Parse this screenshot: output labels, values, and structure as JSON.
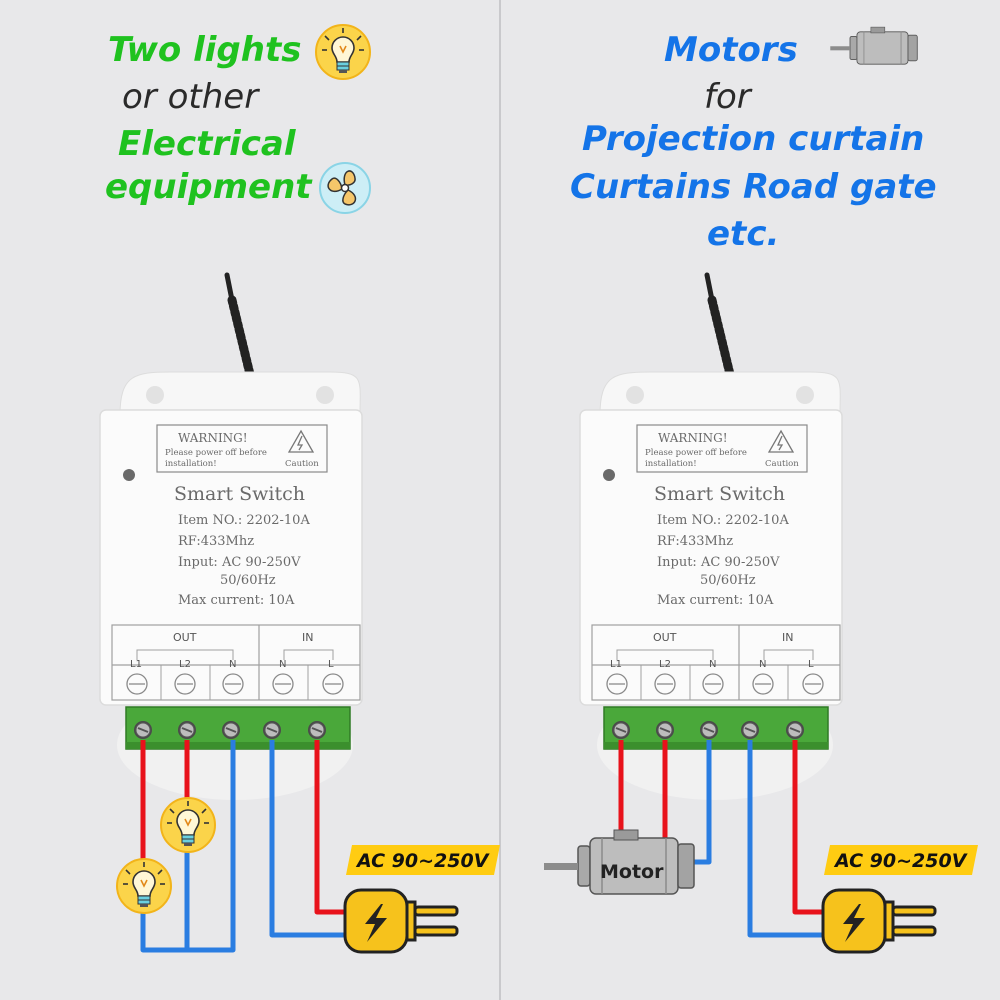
{
  "left": {
    "title_line1": "Two lights",
    "title_line2": "or other",
    "title_line3": "Electrical",
    "title_line4": "equipment",
    "ac_label": "AC 90~250V"
  },
  "right": {
    "title_line1": "Motors",
    "title_line2": "for",
    "title_line3": "Projection curtain",
    "title_line4": "Curtains Road gate",
    "title_line5": "etc.",
    "ac_label": "AC 90~250V",
    "motor_label": "Motor"
  },
  "device": {
    "warning_title": "WARNING!",
    "warning_line1": "Please power off before",
    "warning_line2": "installation!",
    "caution": "Caution",
    "name": "Smart Switch",
    "item_no": "Item NO.: 2202-10A",
    "rf": "RF:433Mhz",
    "input": "Input: AC 90-250V",
    "freq": "50/60Hz",
    "max_current": "Max current: 10A",
    "out_label": "OUT",
    "in_label": "IN",
    "terminals": [
      "L1",
      "L2",
      "N",
      "N",
      "L"
    ]
  },
  "colors": {
    "title_green": "#1fc21f",
    "title_blue": "#1474e8",
    "wire_live": "#e8121b",
    "wire_neutral": "#2a7de1",
    "terminal_green": "#4aa83a",
    "ac_label_bg": "#ffcc12",
    "plug_yellow": "#f6c21c"
  },
  "icons": [
    "light-bulb-icon",
    "fan-icon",
    "motor-icon",
    "plug-icon",
    "warning-icon"
  ]
}
